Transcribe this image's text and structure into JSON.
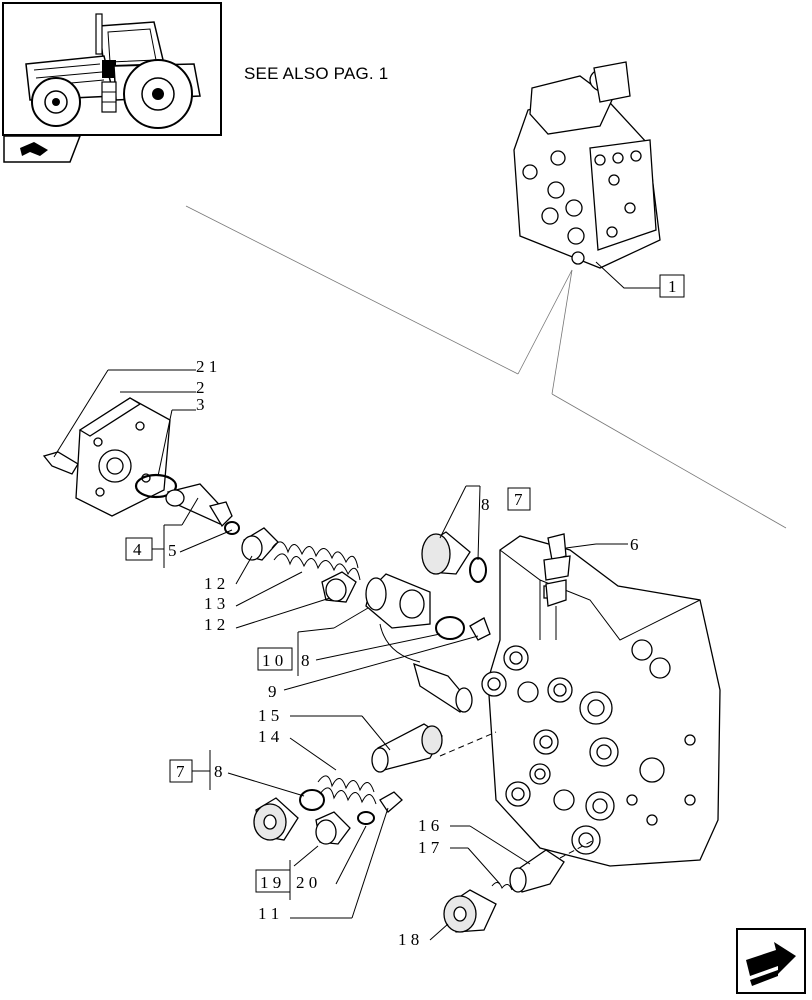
{
  "header": {
    "see_also": "SEE ALSO PAG. 1"
  },
  "callouts": {
    "c1": "1",
    "c21": "2 1",
    "c2": "2",
    "c3": "3",
    "c4": "4",
    "c5": "5",
    "c12a": "1 2",
    "c13": "1 3",
    "c12b": "1 2",
    "c8a": "8",
    "c7a": "7",
    "c6": "6",
    "c10": "1 0",
    "c8b": "8",
    "c9": "9",
    "c15": "1 5",
    "c14": "1 4",
    "c7b": "7",
    "c8c": "8",
    "c19": "1 9",
    "c20": "2 0",
    "c11": "1 1",
    "c16": "1 6",
    "c17": "1 7",
    "c18": "1 8"
  },
  "icons": {
    "tractor": "tractor-thumbnail-icon",
    "section": "section-tab-icon",
    "next": "next-page-arrow-icon"
  }
}
